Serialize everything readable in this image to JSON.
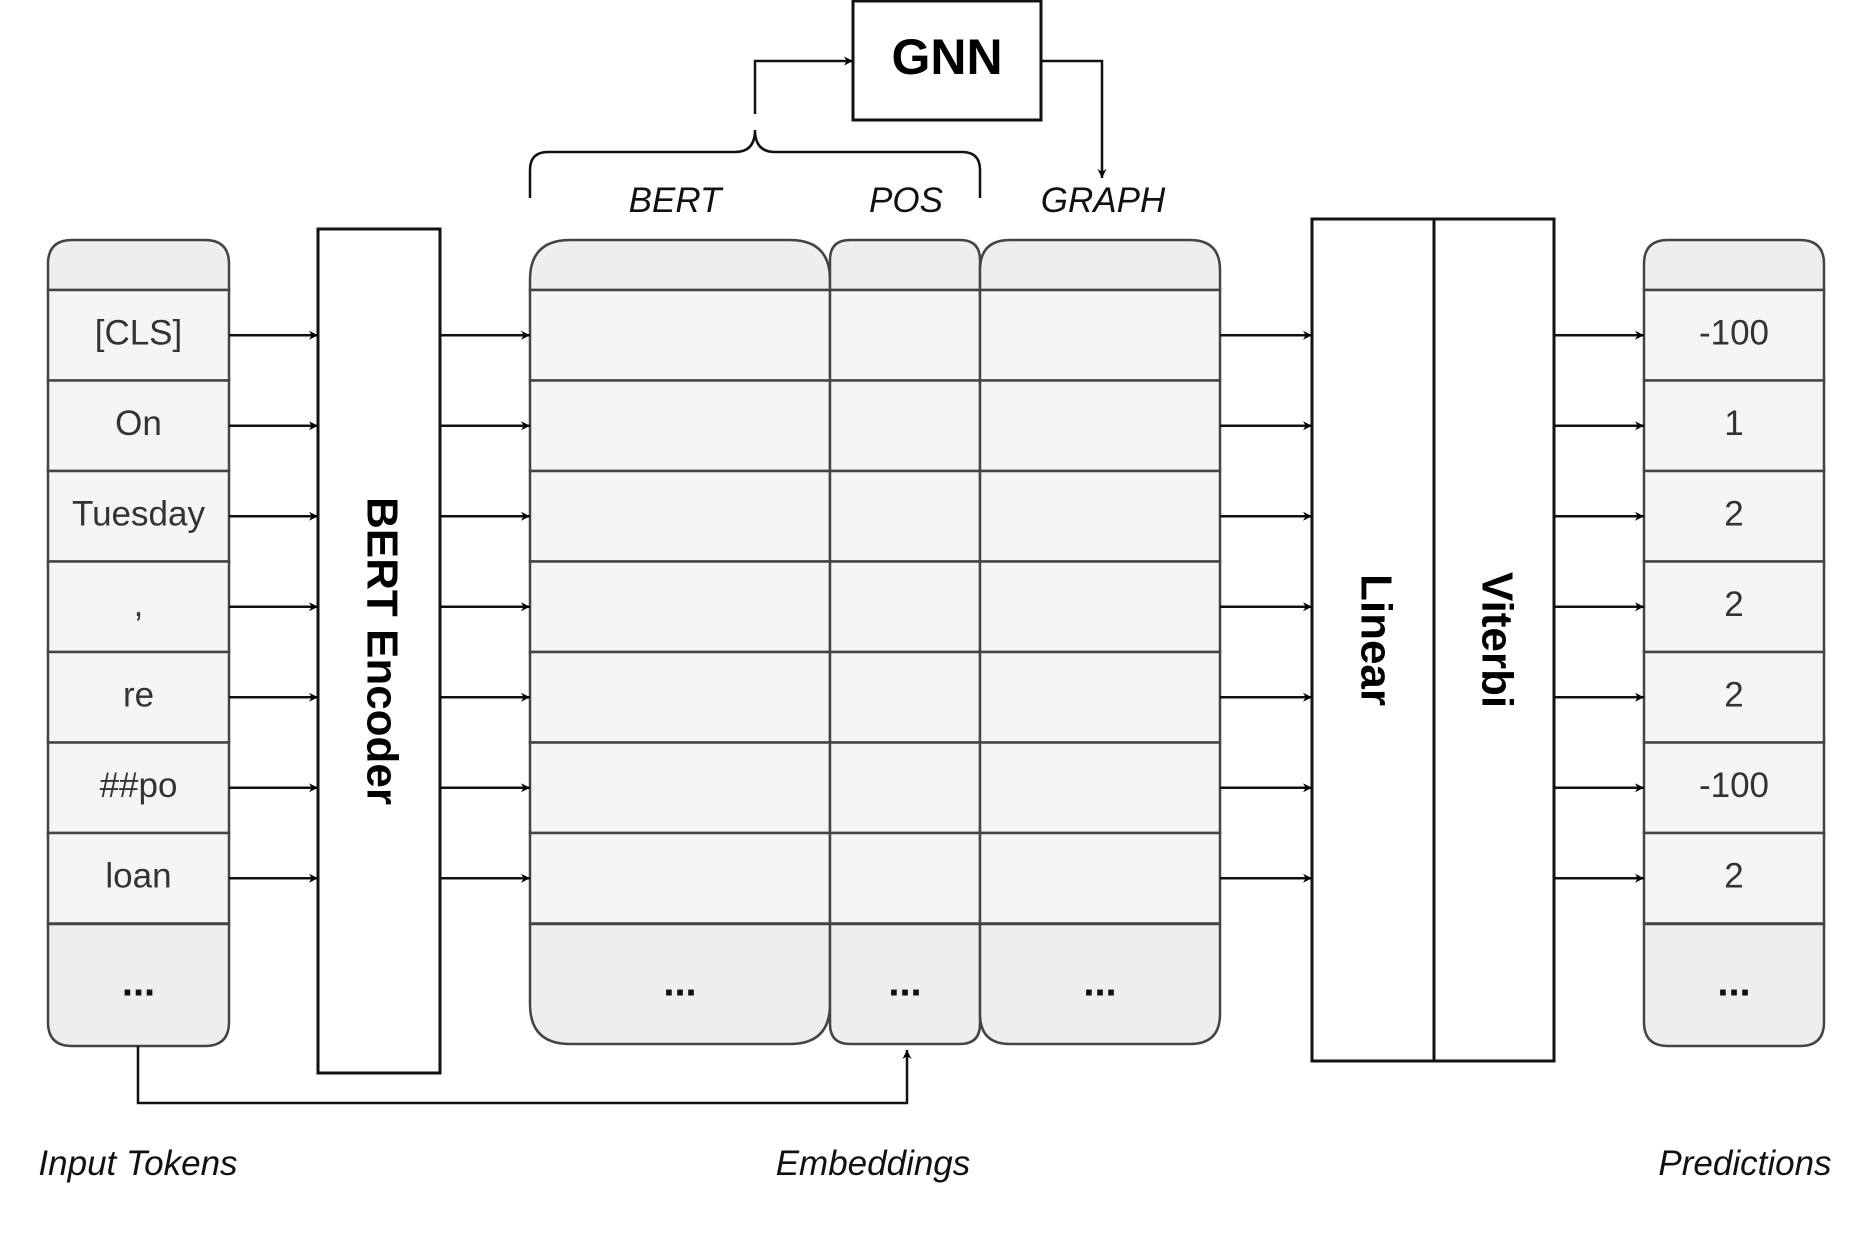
{
  "input_column": {
    "tokens": [
      "[CLS]",
      "On",
      "Tuesday",
      ",",
      "re",
      "##po",
      "loan"
    ],
    "more": "..."
  },
  "encoder": {
    "label": "BERT Encoder"
  },
  "embeddings": {
    "headers": {
      "bert": "BERT",
      "pos": "POS",
      "graph": "GRAPH"
    },
    "more": "..."
  },
  "gnn": {
    "label": "GNN"
  },
  "decoder": {
    "linear_label": "Linear",
    "viterbi_label": "Viterbi"
  },
  "predictions_column": {
    "values": [
      "-100",
      "1",
      "2",
      "2",
      "2",
      "-100",
      "2"
    ],
    "more": "..."
  },
  "captions": {
    "input": "Input Tokens",
    "embeddings": "Embeddings",
    "predictions": "Predictions"
  }
}
